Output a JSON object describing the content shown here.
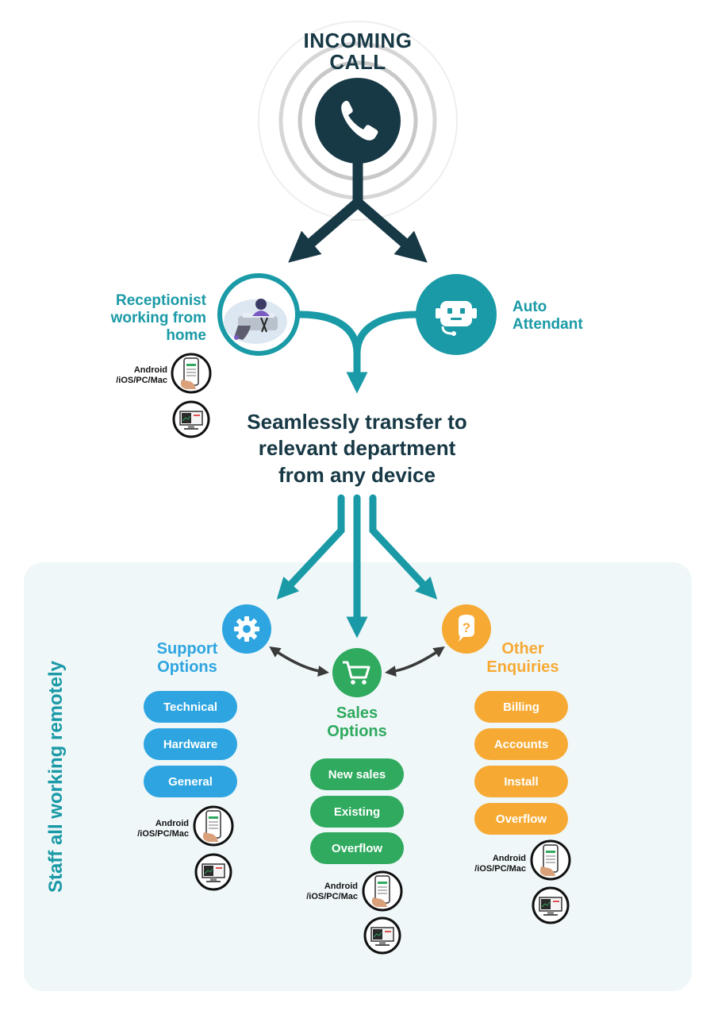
{
  "incoming": {
    "title_line1": "INCOMING",
    "title_line2": "CALL"
  },
  "receptionist": {
    "line1": "Receptionist",
    "line2": "working from",
    "line3": "home"
  },
  "auto": {
    "line1": "Auto",
    "line2": "Attendant"
  },
  "transfer": {
    "line1": "Seamlessly transfer to",
    "line2": "relevant department",
    "line3": "from any device"
  },
  "side_label": "Staff all working remotely",
  "device_label": {
    "line1": "Android",
    "line2": "/iOS/PC/Mac"
  },
  "support": {
    "line1": "Support",
    "line2": "Options",
    "items": [
      "Technical",
      "Hardware",
      "General"
    ]
  },
  "sales": {
    "line1": "Sales",
    "line2": "Options",
    "items": [
      "New sales",
      "Existing",
      "Overflow"
    ]
  },
  "other": {
    "line1": "Other",
    "line2": "Enquiries",
    "items": [
      "Billing",
      "Accounts",
      "Install",
      "Overflow"
    ]
  },
  "colors": {
    "dark": "#173845",
    "teal": "#1a9aa6",
    "blue": "#2ea5e0",
    "green": "#2faa5e",
    "orange": "#f6aa34",
    "panel": "#eff7f9"
  },
  "icons": {
    "call": "phone-icon",
    "receptionist": "receptionist-illustration-icon",
    "auto": "robot-icon",
    "support": "gear-icon",
    "sales": "cart-icon",
    "other": "question-bubble-icon",
    "phone": "smartphone-icon",
    "monitor": "monitor-icon"
  }
}
